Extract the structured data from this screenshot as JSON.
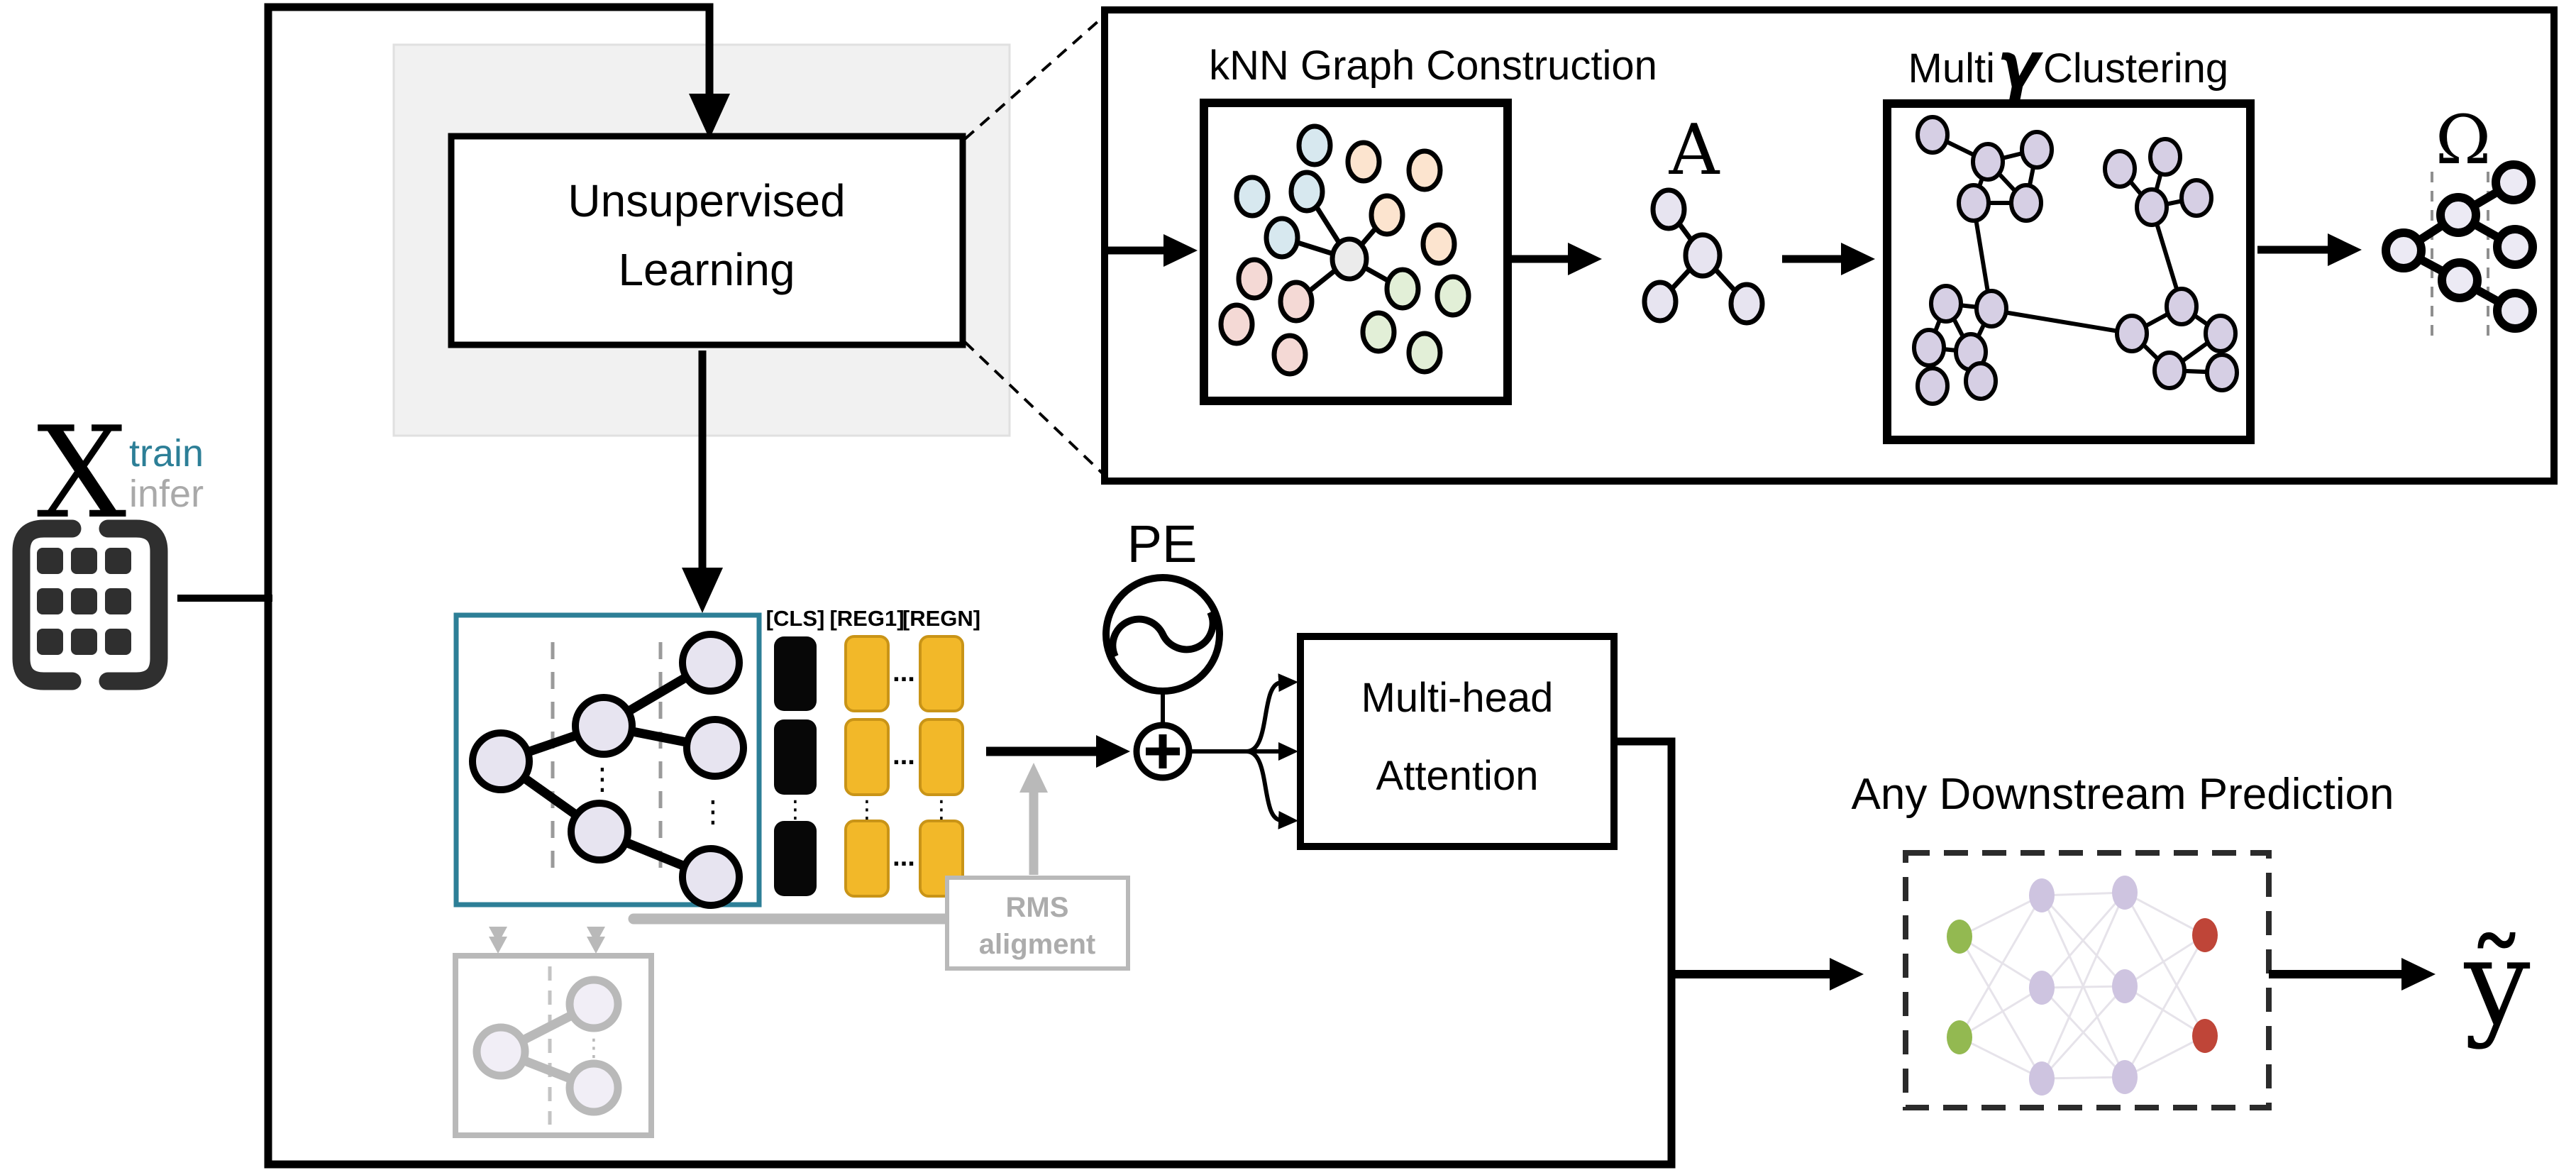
{
  "figure": {
    "input": {
      "symbol": "X",
      "train_label": "train",
      "infer_label": "infer"
    },
    "unsupervised": {
      "line1": "Unsupervised",
      "line2": "Learning"
    },
    "panel": {
      "knn_title": "kNN Graph Construction",
      "adjacency_symbol": "A",
      "multi_label": "Multi",
      "gamma_symbol": "γ",
      "clustering_label": "Clustering",
      "omega_symbol": "Ω"
    },
    "tokens": {
      "cls": "[CLS]",
      "reg1": "[REG1]",
      "regn": "[REGN]",
      "h_ellipsis": "...",
      "v_ellipsis": "⋮"
    },
    "pe_label": "PE",
    "attention": {
      "line1": "Multi-head",
      "line2": "Attention"
    },
    "rms": {
      "line1": "RMS",
      "line2": "aligment"
    },
    "downstream_title": "Any Downstream Prediction",
    "prediction_symbol": "ỹ"
  },
  "colors": {
    "teal": "#2d7f97",
    "infer_gray": "#a9a9a9",
    "token_yellow": "#f2b829",
    "token_yellow_border": "#c99417",
    "ghost_gray": "#b9b9b9",
    "node_lavender": "#e7e4f0",
    "cluster_lavender": "#d6cfe4",
    "omega_node": "#eceaf4",
    "nn_green": "#93b951",
    "nn_red": "#bf4538",
    "nn_purple": "#cec4e0",
    "nn_edge": "#e6e3ea",
    "knn_blue": "#d7e8ef",
    "knn_peach": "#fce4cf",
    "knn_pink": "#f4d9d5",
    "knn_green": "#e2efd7",
    "knn_hub": "#ebebeb",
    "shaded_region": "#f1f1f1"
  }
}
